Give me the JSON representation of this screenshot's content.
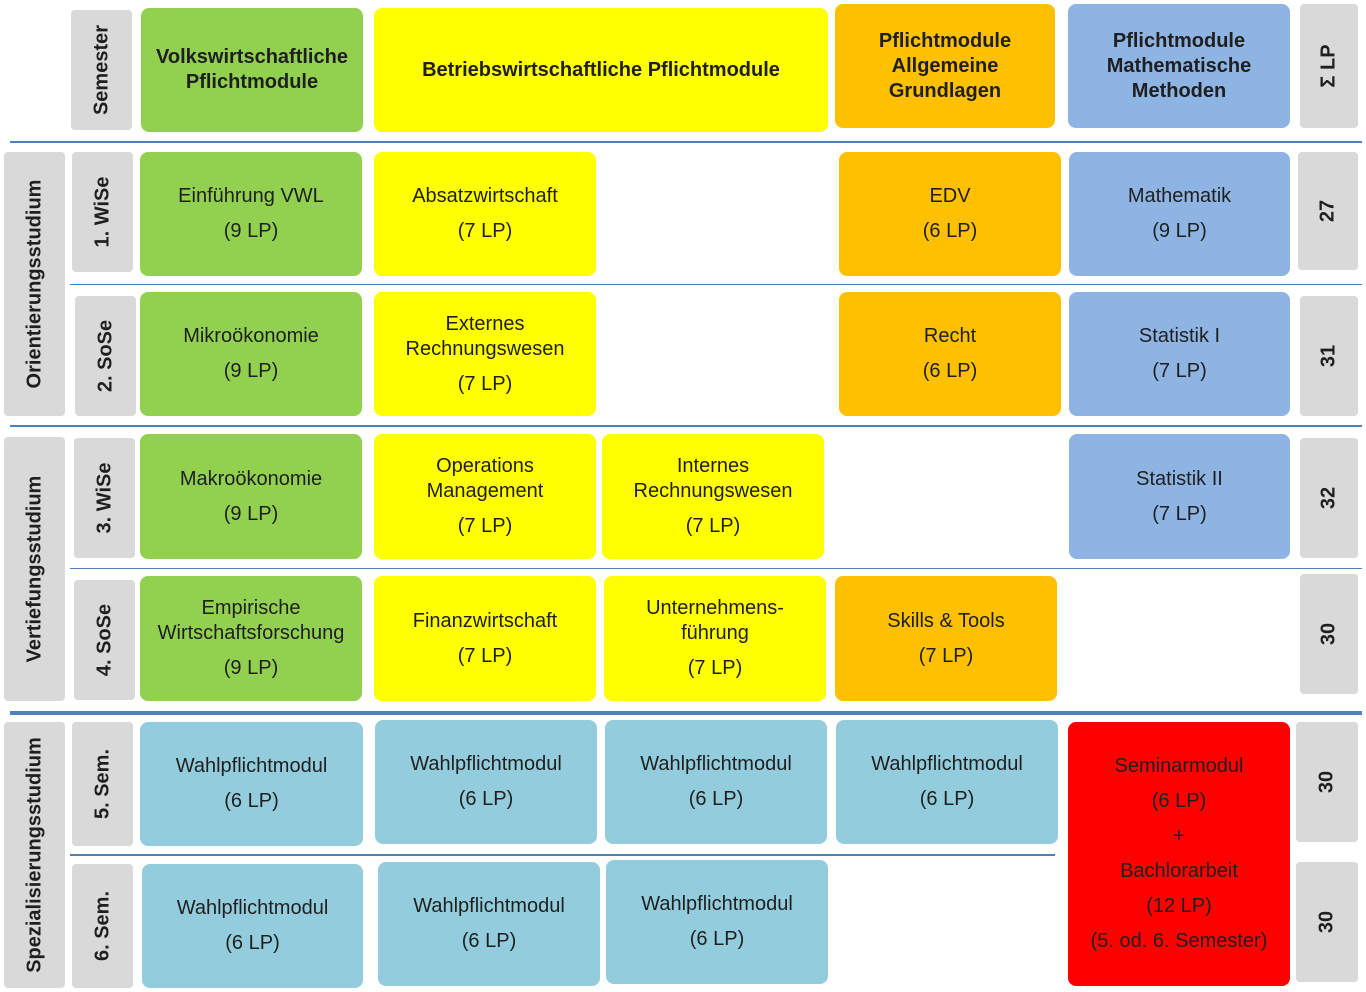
{
  "header": {
    "semester": "Semester",
    "vwl": "Volkswirtschaftliche\nPflichtmodule",
    "bwl": "Betriebswirtschaftliche Pflichtmodule",
    "allgemein": "Pflichtmodule\nAllgemeine\nGrundlagen",
    "mathe": "Pflichtmodule\nMathematische\nMethoden",
    "sum": "Σ LP"
  },
  "phases": {
    "orientierung": "Orientierungsstudium",
    "vertiefung": "Vertiefungsstudium",
    "spezialisierung": "Spezialisierungsstudium"
  },
  "semesters": {
    "s1": "1. WiSe",
    "s2": "2. SoSe",
    "s3": "3. WiSe",
    "s4": "4. SoSe",
    "s5": "5. Sem.",
    "s6": "6. Sem."
  },
  "totals": {
    "s1": "27",
    "s2": "31",
    "s3": "32",
    "s4": "30",
    "s5": "30",
    "s6": "30"
  },
  "modules": {
    "s1_vwl": {
      "name": "Einführung VWL",
      "lp": "(9 LP)"
    },
    "s1_bwl": {
      "name": "Absatzwirtschaft",
      "lp": "(7 LP)"
    },
    "s1_allg": {
      "name": "EDV",
      "lp": "(6 LP)"
    },
    "s1_mathe": {
      "name": "Mathematik",
      "lp": "(9 LP)"
    },
    "s2_vwl": {
      "name": "Mikroökonomie",
      "lp": "(9 LP)"
    },
    "s2_bwl": {
      "name": "Externes\nRechnungswesen",
      "lp": "(7 LP)"
    },
    "s2_allg": {
      "name": "Recht",
      "lp": "(6 LP)"
    },
    "s2_mathe": {
      "name": "Statistik I",
      "lp": "(7 LP)"
    },
    "s3_vwl": {
      "name": "Makroökonomie",
      "lp": "(9 LP)"
    },
    "s3_bwl1": {
      "name": "Operations\nManagement",
      "lp": "(7 LP)"
    },
    "s3_bwl2": {
      "name": "Internes\nRechnungswesen",
      "lp": "(7 LP)"
    },
    "s3_mathe": {
      "name": "Statistik II",
      "lp": "(7 LP)"
    },
    "s4_vwl": {
      "name": "Empirische\nWirtschaftsforschung",
      "lp": "(9 LP)"
    },
    "s4_bwl1": {
      "name": "Finanzwirtschaft",
      "lp": "(7 LP)"
    },
    "s4_bwl2": {
      "name": "Unternehmens-\nführung",
      "lp": "(7 LP)"
    },
    "s4_allg": {
      "name": "Skills &  Tools",
      "lp": "(7 LP)"
    },
    "s5_w1": {
      "name": "Wahlpflichtmodul",
      "lp": "(6 LP)"
    },
    "s5_w2": {
      "name": "Wahlpflichtmodul",
      "lp": "(6 LP)"
    },
    "s5_w3": {
      "name": "Wahlpflichtmodul",
      "lp": "(6 LP)"
    },
    "s5_w4": {
      "name": "Wahlpflichtmodul",
      "lp": "(6 LP)"
    },
    "s6_w1": {
      "name": "Wahlpflichtmodul",
      "lp": "(6 LP)"
    },
    "s6_w2": {
      "name": "Wahlpflichtmodul",
      "lp": "(6 LP)"
    },
    "s6_w3": {
      "name": "Wahlpflichtmodul",
      "lp": "(6 LP)"
    },
    "seminar": {
      "name": "Seminarmodul",
      "lp": "(6 LP)",
      "plus": "+",
      "thesis": "Bachlorarbeit",
      "thesis_lp": "(12 LP)",
      "note": "(5. od. 6. Semester)"
    }
  },
  "colors": {
    "vwl": "#92d050",
    "bwl": "#ffff00",
    "allgemein": "#ffc000",
    "mathe": "#8eb4e3",
    "wahlpflicht": "#93cddd",
    "seminar": "#ff0000",
    "label": "#d9d9d9",
    "divider": "#4f81bd"
  }
}
